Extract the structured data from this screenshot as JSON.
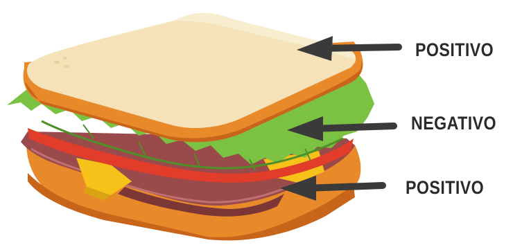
{
  "labels": {
    "top": "POSITIVO",
    "middle": "NEGATIVO",
    "bottom": "POSITIVO"
  },
  "colors": {
    "bread_top": "#f5e2b8",
    "crust": "#e8892a",
    "crust_dark": "#c8651a",
    "lettuce": "#7cc242",
    "lettuce_dark": "#4f8f28",
    "tomato": "#e23c2a",
    "cheese": "#f6c21a",
    "ham": "#9a4a4a",
    "arrow": "#3a3a3a",
    "text": "#2a2a2a"
  }
}
